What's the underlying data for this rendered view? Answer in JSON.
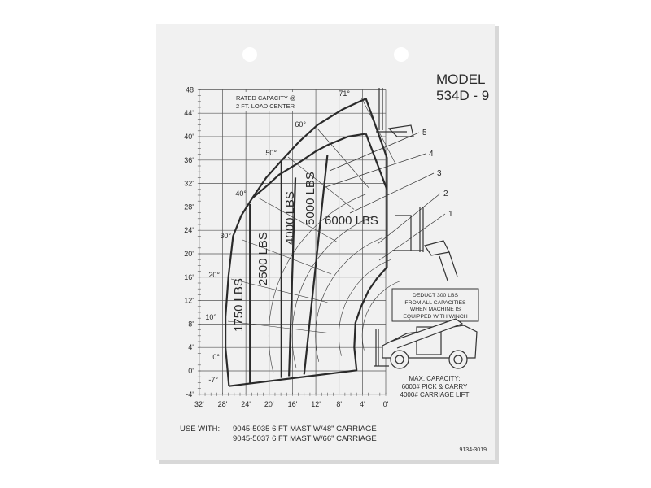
{
  "card": {
    "model_line1": "MODEL",
    "model_line2": "534D - 9",
    "rated_capacity_line1": "RATED CAPACITY @",
    "rated_capacity_line2": "2 FT. LOAD CENTER",
    "deduct_note": [
      "DEDUCT 300 LBS",
      "FROM ALL CAPACITIES",
      "WHEN MACHINE IS",
      "EQUIPPED WITH WINCH"
    ],
    "max_capacity": [
      "MAX. CAPACITY:",
      "6000# PICK & CARRY",
      "4000# CARRIAGE LIFT"
    ],
    "use_with_label": "USE WITH:",
    "use_with_items": [
      "9045-5035 6 FT MAST W/48\" CARRIAGE",
      "9045-5037 6 FT MAST W/66\" CARRIAGE"
    ],
    "part_number": "9134-3019",
    "colors": {
      "card": "#f1f1f1",
      "ink": "#2a2a2a",
      "grid": "#555555"
    }
  },
  "chart_data": {
    "type": "line",
    "title": "",
    "xlabel": "",
    "ylabel": "",
    "x_reversed": true,
    "xlim": [
      0,
      32
    ],
    "ylim": [
      -4,
      48
    ],
    "grid": true,
    "x_ticks": [
      "32'",
      "28'",
      "24'",
      "20'",
      "16'",
      "12'",
      "8'",
      "4'",
      "0'"
    ],
    "y_ticks": [
      "48",
      "44'",
      "40'",
      "36'",
      "32'",
      "28'",
      "24'",
      "20'",
      "16'",
      "12'",
      "8'",
      "4'",
      "0'",
      "-4'"
    ],
    "boom_angles": [
      "71°",
      "60°",
      "50°",
      "40°",
      "30°",
      "20°",
      "10°",
      "0°",
      "-7°"
    ],
    "extension_marks": [
      "1",
      "2",
      "3",
      "4",
      "5"
    ],
    "zones": [
      "1750 LBS",
      "2500 LBS",
      "4000 LBS",
      "5000 LBS",
      "6000 LBS"
    ],
    "series": [
      {
        "points": [
          [
            26.9,
            -2.6
          ],
          [
            27.5,
            4
          ],
          [
            27.5,
            9.2
          ],
          [
            27,
            16
          ],
          [
            26.2,
            23
          ],
          [
            24.8,
            26.5
          ],
          [
            22.9,
            29.5
          ],
          [
            20.5,
            33
          ],
          [
            17.8,
            36
          ],
          [
            14.8,
            39.2
          ],
          [
            11.7,
            42
          ],
          [
            7.5,
            44.6
          ],
          [
            3.4,
            46.5
          ],
          [
            -0.2,
            36.4
          ],
          [
            -0.2,
            17.7
          ],
          [
            1.5,
            15.8
          ],
          [
            2.9,
            13.8
          ],
          [
            4.3,
            10.8
          ],
          [
            5.2,
            8.2
          ],
          [
            5.4,
            4
          ],
          [
            5,
            0.1
          ],
          [
            26.9,
            -2.6
          ]
        ]
      },
      {
        "points": [
          [
            22.9,
            29.5
          ],
          [
            20.5,
            31.5
          ],
          [
            18.3,
            33.5
          ],
          [
            15,
            35.5
          ],
          [
            12,
            37.5
          ],
          [
            9.9,
            38.6
          ],
          [
            6.5,
            40
          ],
          [
            3.4,
            40.5
          ]
        ]
      },
      {
        "points": [
          [
            3.4,
            40.5
          ],
          [
            -0.2,
            31
          ]
        ]
      },
      {
        "points": [
          [
            23.3,
            28.5
          ],
          [
            23.3,
            -2.2
          ]
        ]
      },
      {
        "points": [
          [
            17.9,
            36
          ],
          [
            17.9,
            -1.2
          ]
        ]
      },
      {
        "points": [
          [
            15.5,
            33
          ],
          [
            16.6,
            -0.9
          ]
        ]
      },
      {
        "points": [
          [
            10,
            36.9
          ],
          [
            14,
            -0.6
          ]
        ]
      }
    ]
  }
}
